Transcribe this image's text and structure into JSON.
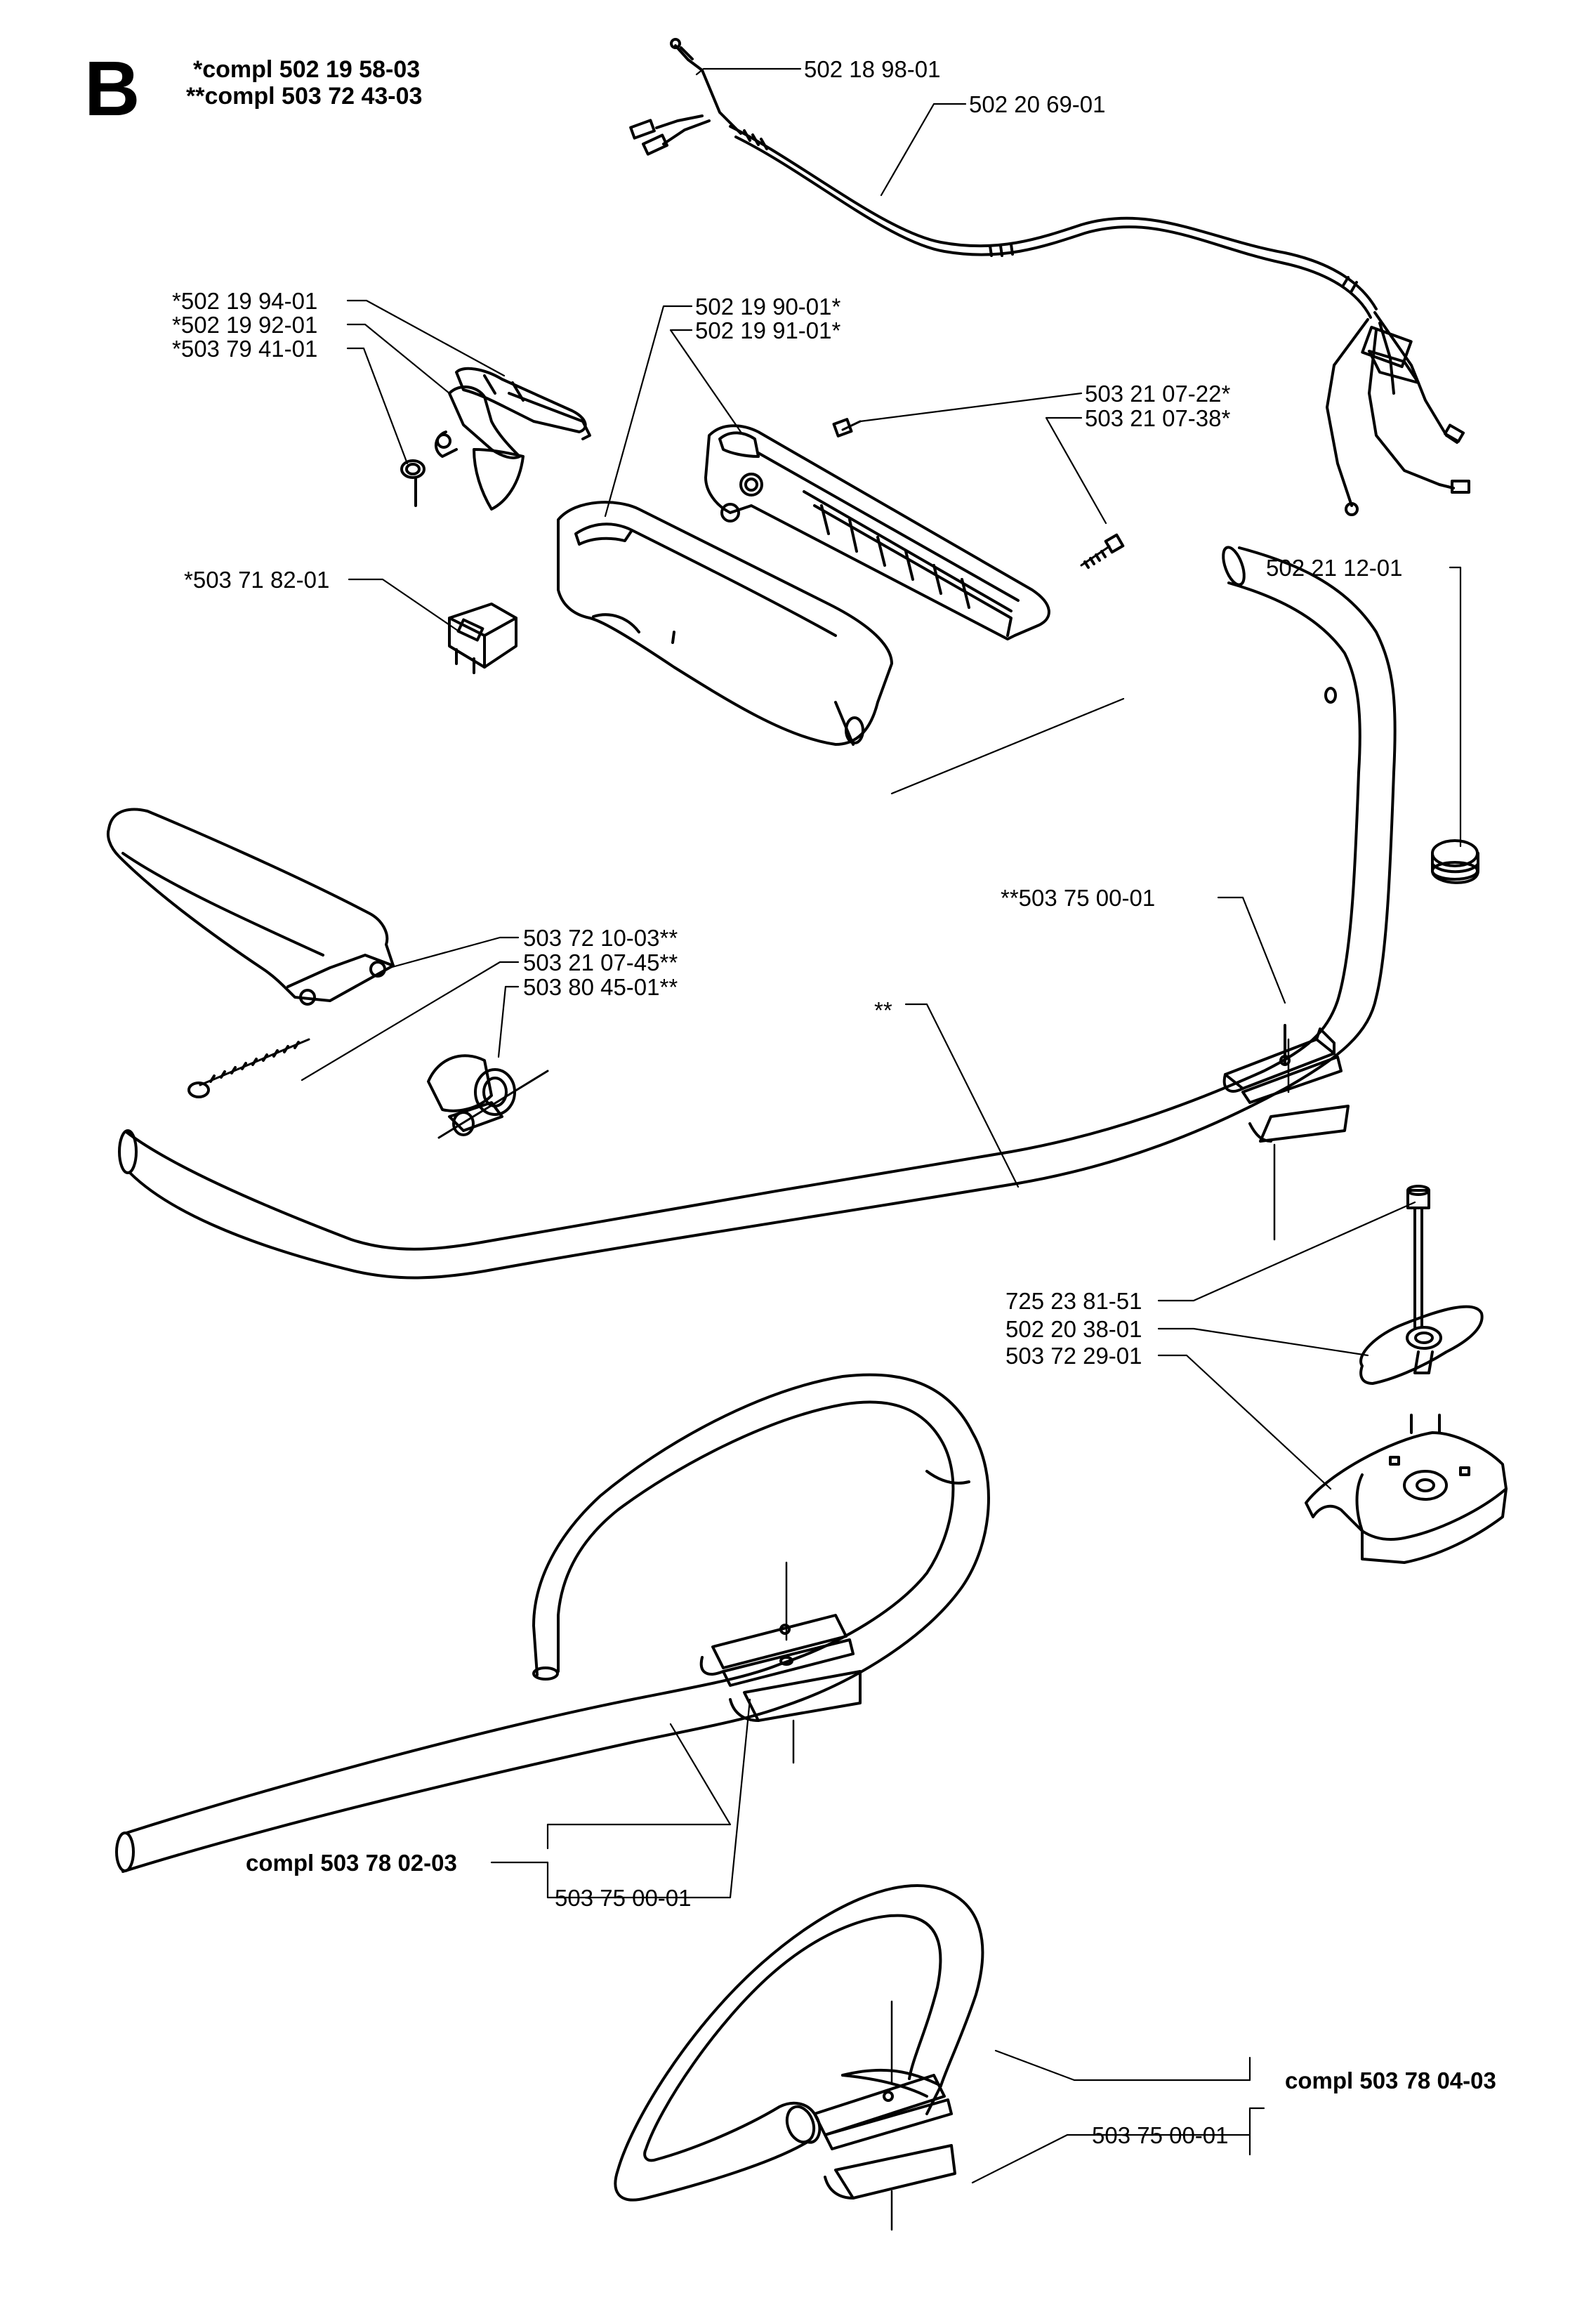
{
  "section_letter": "B",
  "header": {
    "compl_single_star": "*compl 502 19 58-03",
    "compl_double_star": "**compl 503 72 43-03"
  },
  "parts": {
    "p_502_18_98_01": "502 18 98-01",
    "p_502_20_69_01": "502 20 69-01",
    "p_502_19_94_01": "*502 19 94-01",
    "p_502_19_92_01": "*502 19 92-01",
    "p_503_79_41_01": "*503 79 41-01",
    "p_502_19_90_01": "502 19 90-01*",
    "p_502_19_91_01": "502 19 91-01*",
    "p_503_21_07_22": "503 21 07-22*",
    "p_503_21_07_38": "503 21 07-38*",
    "p_503_71_82_01": "*503 71 82-01",
    "p_502_21_12_01": "502 21 12-01",
    "p_503_75_00_01_dstar": "**503 75 00-01",
    "p_503_72_10_03": "503 72 10-03**",
    "p_503_21_07_45": "503 21 07-45**",
    "p_503_80_45_01": "503 80 45-01**",
    "p_double_star": "**",
    "p_725_23_81_51": "725 23 81-51",
    "p_502_20_38_01": "502 20 38-01",
    "p_503_72_29_01": "503 72 29-01",
    "compl_503_78_02_03": "compl 503 78 02-03",
    "p_503_75_00_01_a": "503 75 00-01",
    "p_503_75_00_01_b": "503 75 00-01",
    "compl_503_78_04_03": "compl 503 78 04-03"
  }
}
